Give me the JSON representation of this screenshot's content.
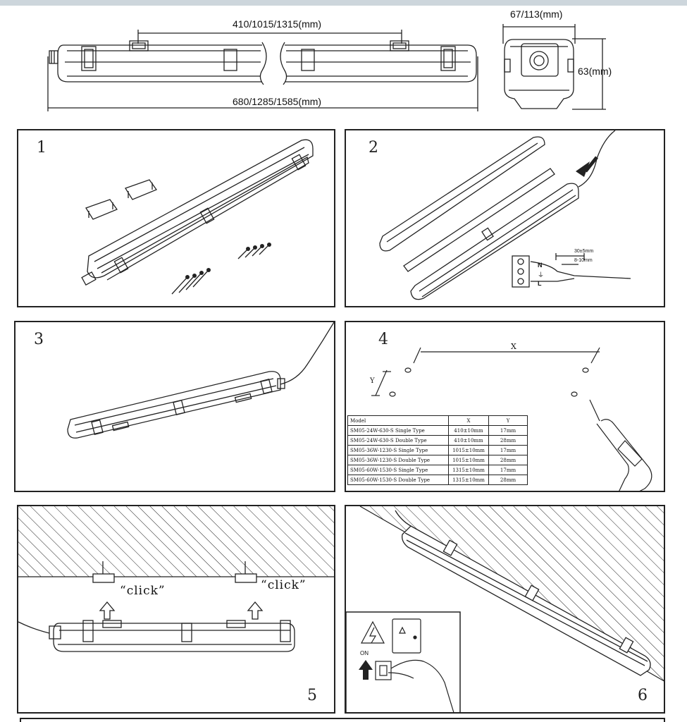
{
  "dimensions": {
    "inner_length": "410/1015/1315(mm)",
    "overall_length": "680/1285/1585(mm)",
    "width": "67/113(mm)",
    "height": "63(mm)"
  },
  "steps": [
    {
      "number": "1"
    },
    {
      "number": "2"
    },
    {
      "number": "3"
    },
    {
      "number": "4"
    },
    {
      "number": "5"
    },
    {
      "number": "6"
    }
  ],
  "wiring": {
    "strip_label": "30±5mm",
    "core_label": "8-10mm",
    "terminals": [
      "N",
      "⏚",
      "L"
    ]
  },
  "drill_step": {
    "x_label": "X",
    "y_label": "Y"
  },
  "model_table": {
    "headers": [
      "Model",
      "X",
      "Y"
    ],
    "rows": [
      [
        "SM05-24W-630-S Single Type",
        "410±10mm",
        "17mm"
      ],
      [
        "SM05-24W-630-S Double Type",
        "410±10mm",
        "28mm"
      ],
      [
        "SM05-36W-1230-S Single Type",
        "1015±10mm",
        "17mm"
      ],
      [
        "SM05-36W-1230-S Double Type",
        "1015±10mm",
        "28mm"
      ],
      [
        "SM05-60W-1530-S Single Type",
        "1315±10mm",
        "17mm"
      ],
      [
        "SM05-60W-1530-S Double Type",
        "1315±10mm",
        "28mm"
      ]
    ]
  },
  "click_label": "“click”",
  "switch_label": "ON",
  "colors": {
    "line": "#222222",
    "topbar": "#cdd6dc"
  }
}
